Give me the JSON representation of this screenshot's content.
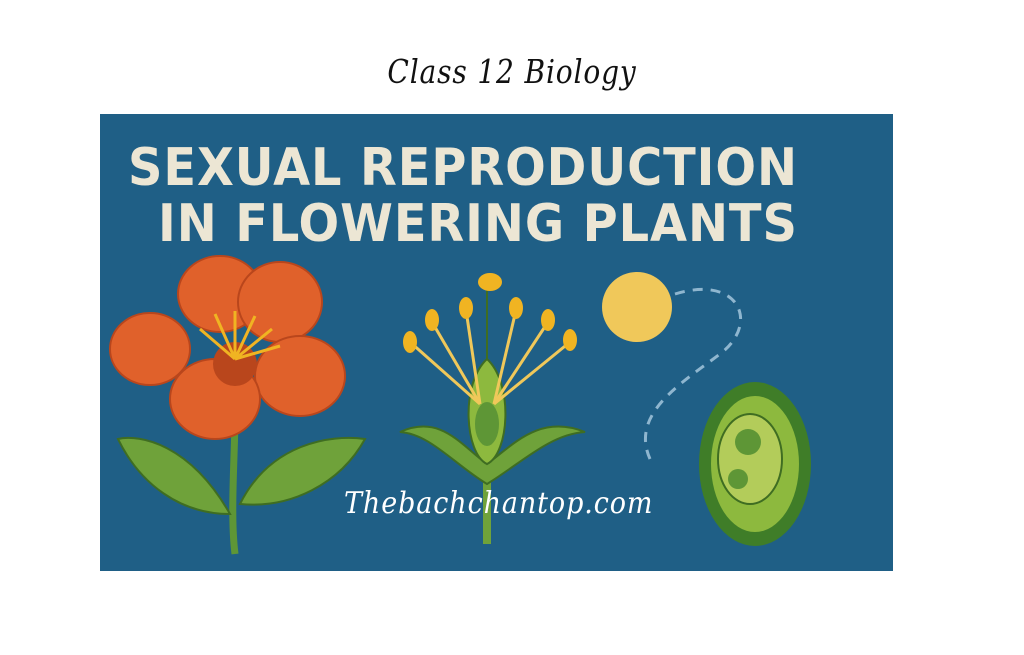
{
  "header": {
    "title": "Class 12 Biology"
  },
  "banner": {
    "headline_line1": "SEXUAL REPRODUCTION",
    "headline_line2": "IN FLOWERING PLANTS",
    "watermark": "Thebachchantop.com",
    "colors": {
      "background": "#1f5f86",
      "headline": "#ece6d4",
      "petal": "#e0612b",
      "leaf": "#6fa23a",
      "pollen": "#f0c85a"
    },
    "illustrations": [
      "flower-icon",
      "pistil-stamen-icon",
      "pollen-grain-icon",
      "ovule-icon"
    ]
  }
}
